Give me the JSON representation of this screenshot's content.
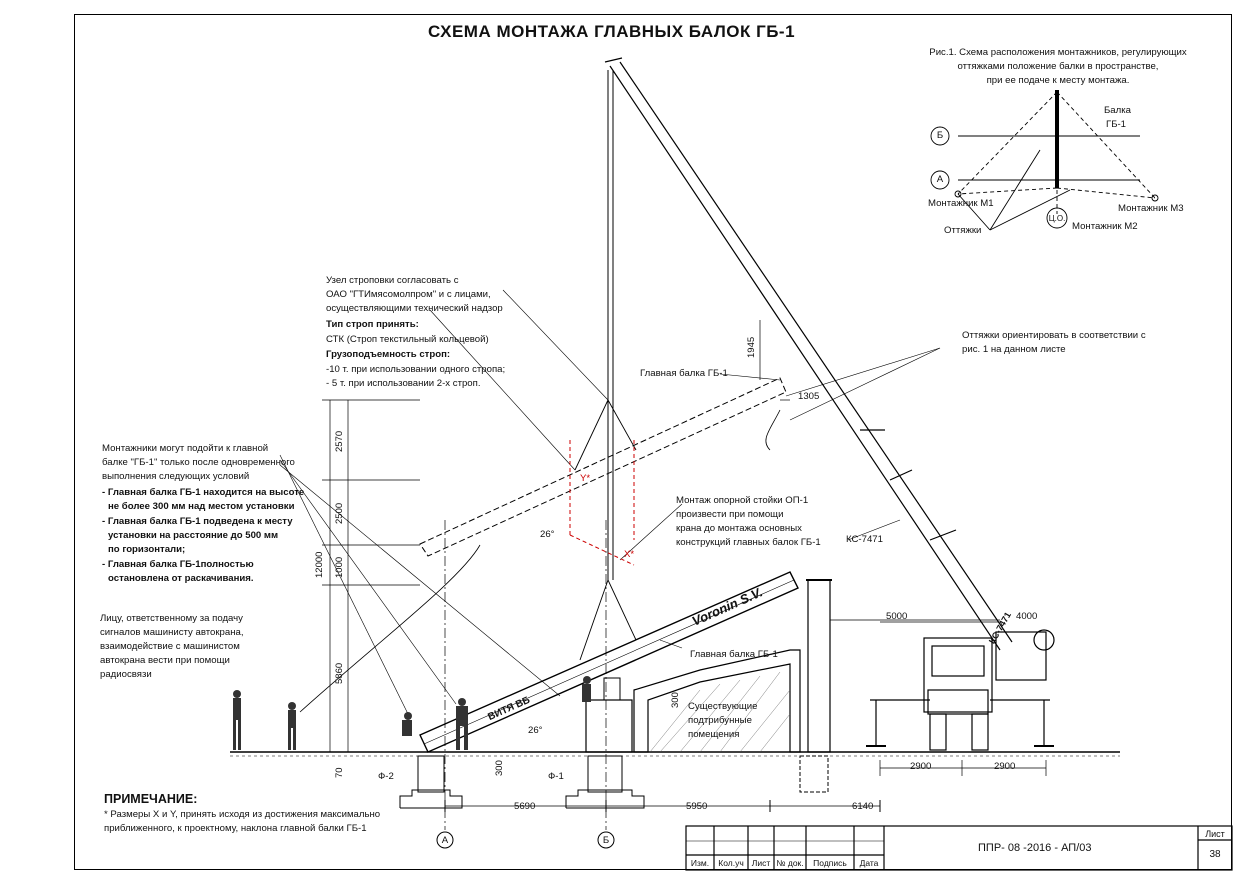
{
  "title": "СХЕМА МОНТАЖА ГЛАВНЫХ БАЛОК ГБ-1",
  "fig1": {
    "caption": [
      "Рис.1. Схема расположения монтажников, регулирующих",
      "оттяжками положение балки в пространстве,",
      "при ее подаче к месту монтажа."
    ],
    "beam_label": [
      "Балка",
      "ГБ-1"
    ],
    "axis_b": "Б",
    "axis_a": "А",
    "worker_m1": "Монтажник М1",
    "worker_m2": "Монтажник М2",
    "worker_m3": "Монтажник М3",
    "guys": "Оттяжки",
    "co": "Ц.О."
  },
  "sling_note": {
    "lines": [
      "Узел строповки согласовать с",
      "ОАО \"ГТИмясомолпром\" и с лицами,",
      "осуществляющими технический надзор"
    ],
    "type_title": "Тип строп принять:",
    "type_value": "СТК (Строп текстильный кольцевой)",
    "cap_title": "Грузоподъемность строп:",
    "cap_lines": [
      "-10 т. при использовании одного стропа;",
      "- 5 т. при использовании 2-х строп."
    ]
  },
  "guy_note": [
    "Оттяжки ориентировать в соответствии с",
    "рис. 1 на данном листе"
  ],
  "workers_note": {
    "lines": [
      "Монтажники могут подойти к главной",
      "балке \"ГБ-1\" только после одновременного",
      "выполнения следующих условий"
    ],
    "conditions": [
      "- Главная балка ГБ-1 находится на высоте",
      "не более 300 мм над местом установки",
      "- Главная балка ГБ-1 подведена к месту",
      "установки на расстояние до 500 мм",
      "по горизонтали;",
      "- Главная балка ГБ-1полностью",
      "остановлена от раскачивания."
    ]
  },
  "signal_note": [
    "Лицу, ответственному за подачу",
    "сигналов машинисту автокрана,",
    "взаимодействие с машинистом",
    "автокрана вести при помощи",
    "радиосвязи"
  ],
  "support_note": [
    "Монтаж опорной стойки ОП-1",
    "произвести при помощи",
    "крана до монтажа основных",
    "конструкций главных балок ГБ-1"
  ],
  "labels": {
    "beam_top": "Главная балка ГБ-1",
    "beam_bottom": "Главная балка ГБ-1",
    "crane": "КС-7471",
    "crane_boom": "КС-7471",
    "existing": [
      "Существующие",
      "подтрибунные",
      "помещения"
    ],
    "signature": "Voronin S.V.",
    "beam_mark": "ВИТЯ ВБ",
    "x_mark": "X*",
    "y_mark": "Y*",
    "angle1": "26°",
    "angle2": "26°",
    "f1": "Ф-1",
    "f2": "Ф-2",
    "axis_a": "А",
    "axis_b": "Б"
  },
  "dims": {
    "d1945": "1945",
    "d1305": "1305",
    "d2570": "2570",
    "d2500": "2500",
    "d1000": "1000",
    "d12000": "12000",
    "d5860": "5860",
    "d70": "70",
    "d300a": "300",
    "d300b": "300",
    "d5690": "5690",
    "d5950": "5950",
    "d6140": "6140",
    "d5000": "5000",
    "d4000": "4000",
    "d2900a": "2900",
    "d2900b": "2900"
  },
  "note": {
    "title": "ПРИМЕЧАНИЕ:",
    "lines": [
      "* Размеры X и Y, принять исходя из достижения максимально",
      "приближенного, к проектному, наклона главной балки ГБ-1"
    ]
  },
  "stamp": {
    "code": "ППР- 08 -2016 - АП/03",
    "sheet_label": "Лист",
    "sheet": "38",
    "cols": [
      "Изм.",
      "Кол.уч",
      "Лист",
      "№ док.",
      "Подпись",
      "Дата"
    ]
  }
}
